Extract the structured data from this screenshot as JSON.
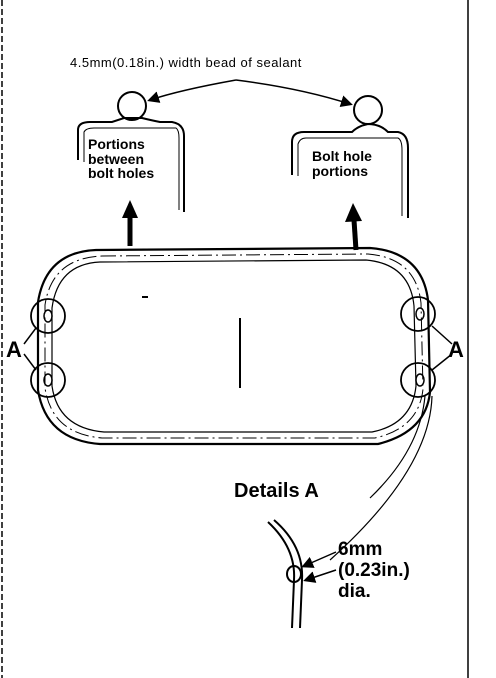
{
  "labels": {
    "sealant": "4.5mm(0.18in.) width bead of sealant",
    "portions_between": "Portions\nbetween\nbolt holes",
    "bolt_hole_portions": "Bolt hole\nportions",
    "a_left": "A",
    "a_right": "A",
    "details": "Details A",
    "hole_dia": "6mm\n(0.23in.)\ndia."
  }
}
